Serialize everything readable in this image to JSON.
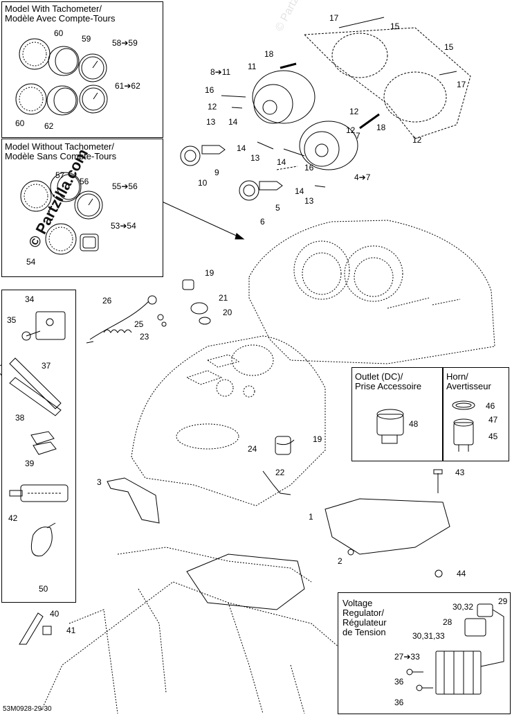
{
  "watermark": {
    "main": "© Partzilla.com",
    "faint": "© Partzilla.com"
  },
  "diagram_code": "53M0928-29-30",
  "boxes": {
    "tach": {
      "title": "Model With Tachometer/\nModèle Avec Compte-Tours"
    },
    "notach": {
      "title": "Model Without Tachometer/\nModèle Sans Compte-Tours"
    },
    "outlet": {
      "title": "Outlet (DC)/\nPrise Accessoire"
    },
    "horn": {
      "title": "Horn/\nAvertisseur"
    },
    "regulator": {
      "title": "Voltage\nRegulator/\nRégulateur\nde Tension"
    }
  },
  "callouts": [
    "60",
    "59",
    "58➔59",
    "61➔62",
    "60",
    "62",
    "57",
    "56",
    "55➔56",
    "53➔54",
    "54",
    "17",
    "15",
    "15",
    "17",
    "18",
    "8➔11",
    "11",
    "16",
    "12",
    "13",
    "14",
    "12",
    "12",
    "18",
    "7",
    "12",
    "14",
    "13",
    "14",
    "16",
    "4➔7",
    "9",
    "10",
    "14",
    "13",
    "5",
    "6",
    "34",
    "35",
    "37",
    "38",
    "39",
    "42",
    "50",
    "19",
    "26",
    "21",
    "20",
    "25",
    "23",
    "48",
    "46",
    "47",
    "45",
    "24",
    "19",
    "22",
    "3",
    "43",
    "1",
    "2",
    "44",
    "40",
    "41",
    "29",
    "30,32",
    "28",
    "30,31,33",
    "27➔33",
    "36",
    "36"
  ]
}
